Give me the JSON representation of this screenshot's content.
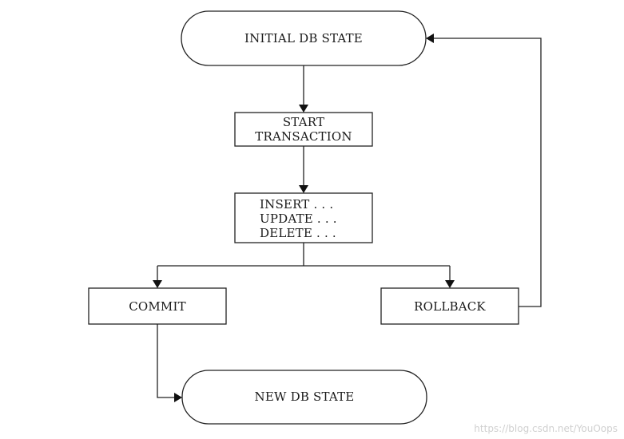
{
  "nodes": {
    "initial": "INITIAL DB STATE",
    "start": [
      "START",
      "TRANSACTION"
    ],
    "operations": [
      "INSERT . . .",
      "UPDATE . . .",
      "DELETE . . ."
    ],
    "commit": "COMMIT",
    "rollback": "ROLLBACK",
    "final": "NEW DB STATE"
  },
  "watermark": "https://blog.csdn.net/YouOops"
}
